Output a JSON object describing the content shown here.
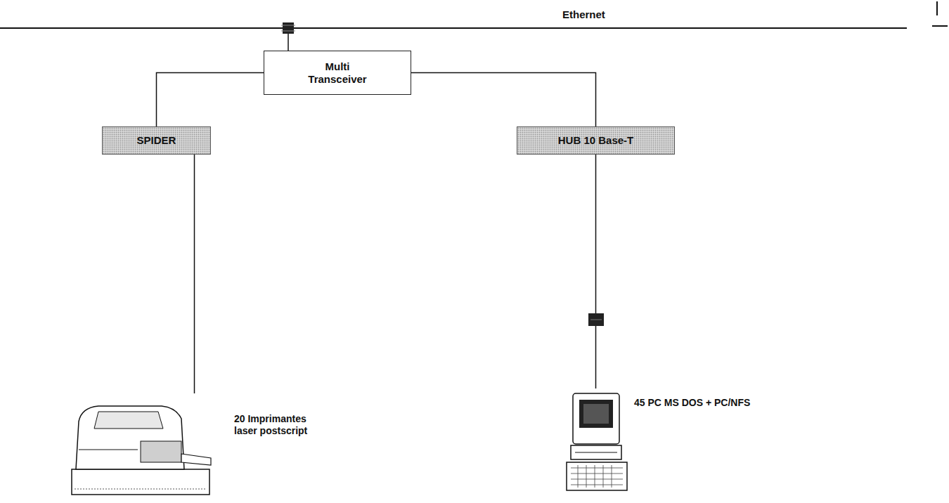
{
  "diagram": {
    "nodes": [
      {
        "text": [
          "Multi Transceiver"
        ]
      },
      {
        "text": [
          "SPIDER"
        ]
      },
      {
        "text": [
          "HUB 10 Base-T"
        ]
      },
      {
        "text": [
          "20 Imprimantes laser postscript"
        ]
      },
      {
        "text": [
          "45 PC MS DOS + PC/NFS"
        ]
      }
    ],
    "edges": [
      {
        "from": 0,
        "to": 1,
        "arrow": "none"
      },
      {
        "from": 0,
        "to": 2,
        "arrow": "none"
      },
      {
        "from": 1,
        "to": 3,
        "arrow": "none"
      },
      {
        "from": 2,
        "to": 4,
        "arrow": "none"
      }
    ],
    "labels": [
      "Ethernet"
    ]
  }
}
